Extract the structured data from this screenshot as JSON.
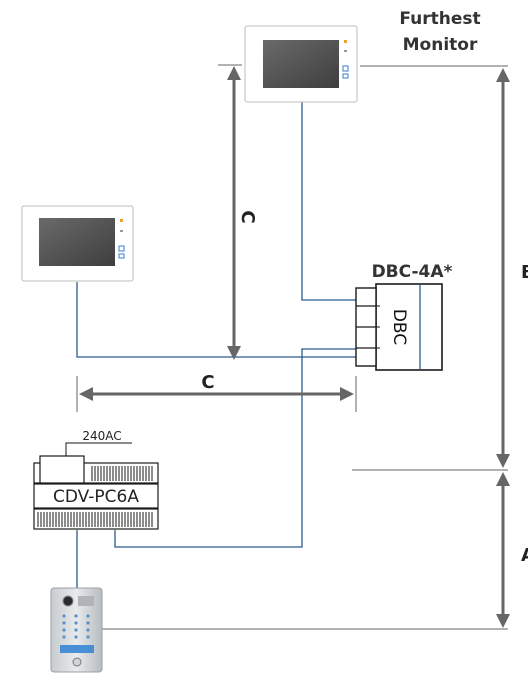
{
  "labels": {
    "furthest_line1": "Furthest",
    "furthest_line2": "Monitor",
    "distributor_model": "DBC-4A*",
    "distributor_text": "DBC",
    "psu_model": "CDV-PC6A",
    "psu_input": "240AC",
    "dim_vertical": "C",
    "dim_horizontal": "C",
    "dim_right_upper": "B",
    "dim_right_lower": "A"
  },
  "colors": {
    "wire": "#2a5c8e",
    "dimension": "#666666",
    "box_outline": "#1a1a1a",
    "monitor_screen": "#555555"
  }
}
